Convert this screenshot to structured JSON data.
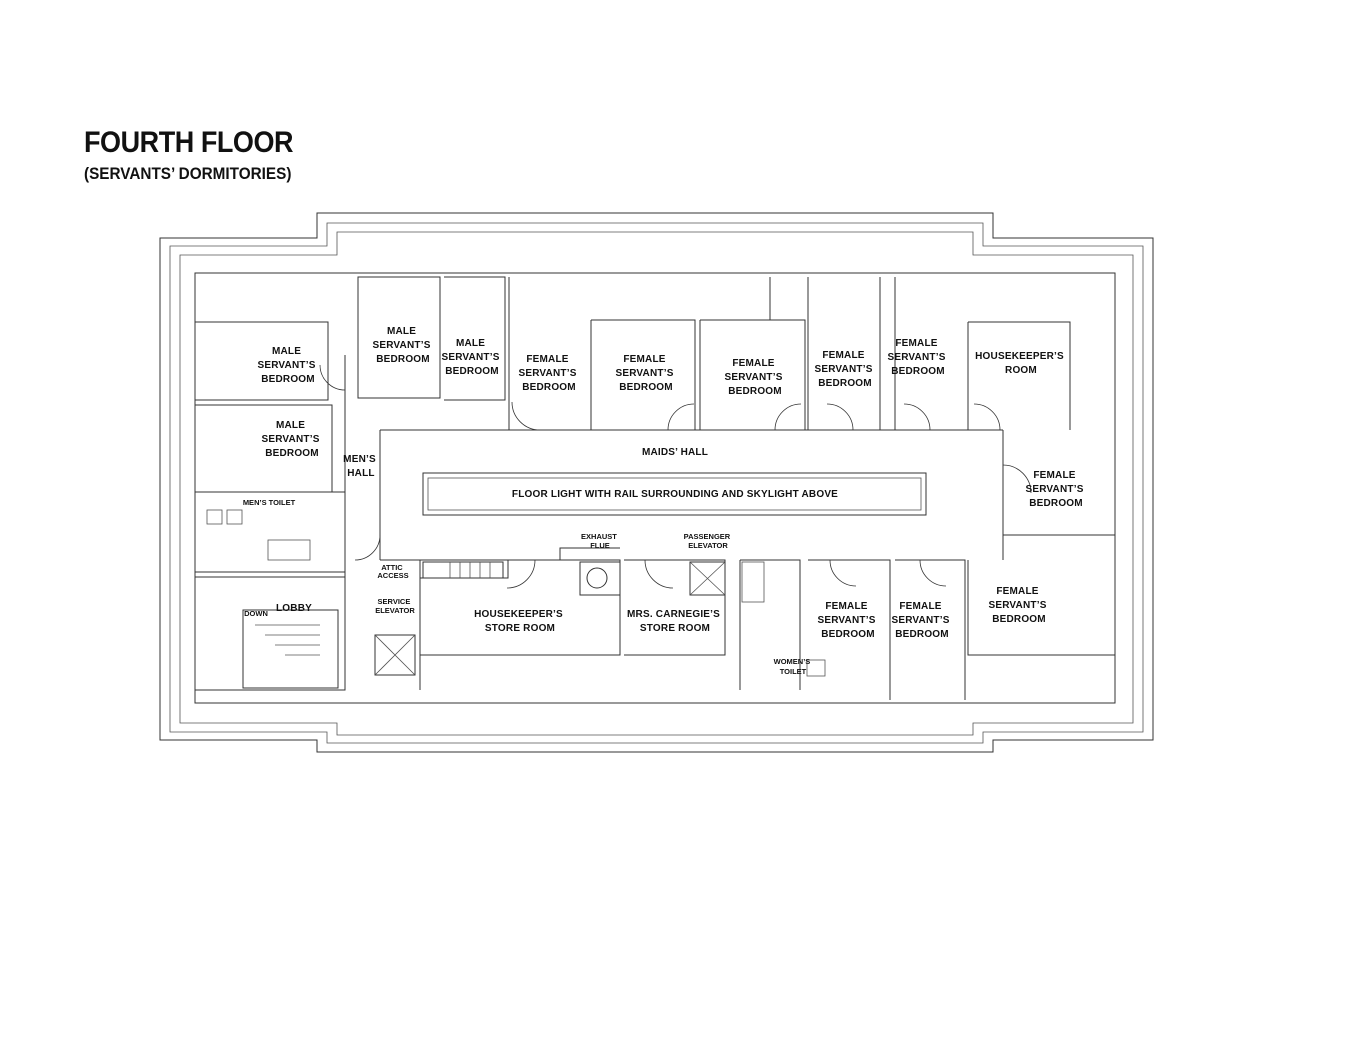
{
  "header": {
    "title": "FOURTH FLOOR",
    "subtitle": "(SERVANTS’ DORMITORIES)"
  },
  "rooms": {
    "male_bed_1": [
      "MALE",
      "SERVANT’S",
      "BEDROOM"
    ],
    "male_bed_2": [
      "MALE",
      "SERVANT’S",
      "BEDROOM"
    ],
    "male_bed_3": [
      "MALE",
      "SERVANT’S",
      "BEDROOM"
    ],
    "male_bed_4": [
      "MALE",
      "SERVANT’S",
      "BEDROOM"
    ],
    "female_bed_1": [
      "FEMALE",
      "SERVANT’S",
      "BEDROOM"
    ],
    "female_bed_2": [
      "FEMALE",
      "SERVANT’S",
      "BEDROOM"
    ],
    "female_bed_3": [
      "FEMALE",
      "SERVANT’S",
      "BEDROOM"
    ],
    "female_bed_4": [
      "FEMALE",
      "SERVANT’S",
      "BEDROOM"
    ],
    "female_bed_5": [
      "FEMALE",
      "SERVANT’S",
      "BEDROOM"
    ],
    "female_bed_6": [
      "FEMALE",
      "SERVANT’S",
      "BEDROOM"
    ],
    "female_bed_7": [
      "FEMALE",
      "SERVANT’S",
      "BEDROOM"
    ],
    "female_bed_8": [
      "FEMALE",
      "SERVANT’S",
      "BEDROOM"
    ],
    "female_bed_9": [
      "FEMALE",
      "SERVANT’S",
      "BEDROOM"
    ],
    "housekeepers_room": [
      "HOUSEKEEPER’S",
      "ROOM"
    ],
    "mens_hall": [
      "MEN’S",
      "HALL"
    ],
    "maids_hall": "MAIDS’ HALL",
    "floor_light": "FLOOR LIGHT WITH RAIL SURROUNDING AND SKYLIGHT ABOVE",
    "mens_toilet": "MEN’S TOILET",
    "attic_access": [
      "ATTIC",
      "ACCESS"
    ],
    "exhaust_flue": [
      "EXHAUST",
      "FLUE"
    ],
    "passenger_elevator": [
      "PASSENGER",
      "ELEVATOR"
    ],
    "service_elevator": [
      "SERVICE",
      "ELEVATOR"
    ],
    "lobby": "LOBBY",
    "down": "DOWN",
    "housekeepers_store": [
      "HOUSEKEEPER’S",
      "STORE ROOM"
    ],
    "carnegie_store": [
      "MRS. CARNEGIE’S",
      "STORE ROOM"
    ],
    "womens_toilet": [
      "WOMEN’S",
      "TOILET"
    ]
  }
}
